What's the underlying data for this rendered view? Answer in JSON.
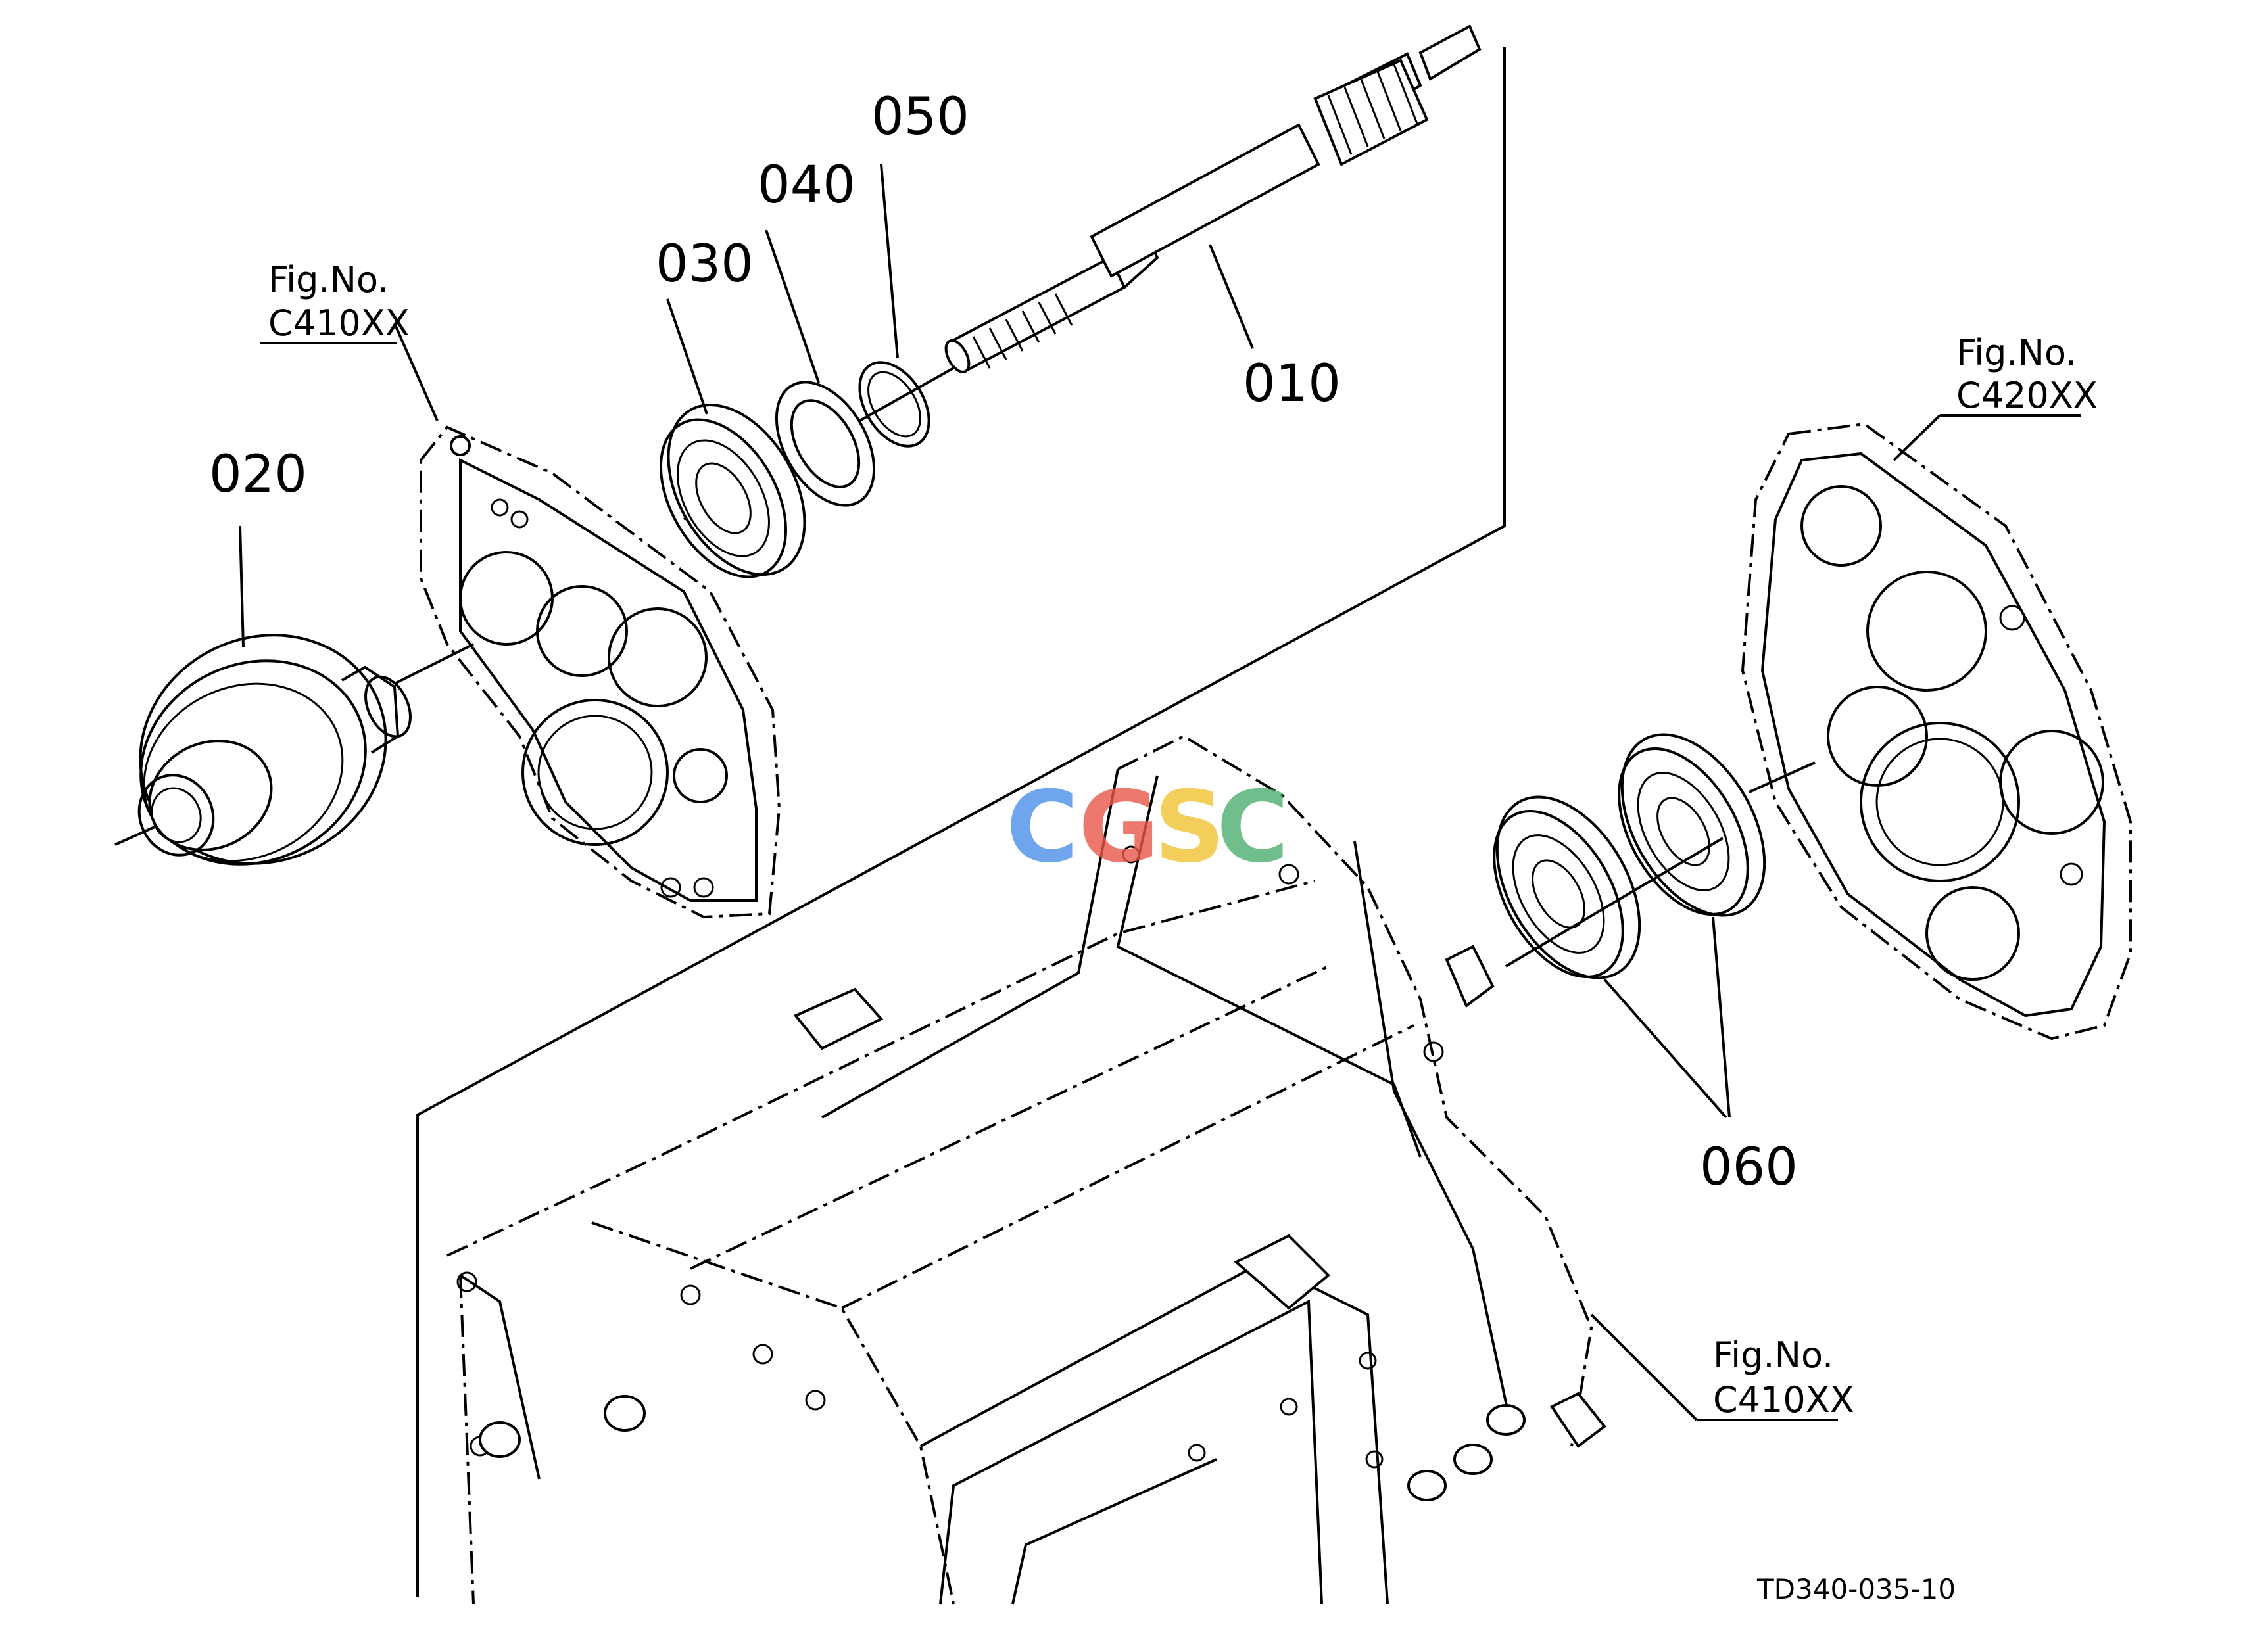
{
  "parts": [
    {
      "id": "p010",
      "label": "010"
    },
    {
      "id": "p020",
      "label": "020"
    },
    {
      "id": "p030",
      "label": "030"
    },
    {
      "id": "p040",
      "label": "040"
    },
    {
      "id": "p050",
      "label": "050"
    },
    {
      "id": "p060",
      "label": "060"
    }
  ],
  "references": [
    {
      "line1": "Fig.No.",
      "line2": "C410XX"
    },
    {
      "line1": "Fig.No.",
      "line2": "C420XX"
    },
    {
      "line1": "Fig.No.",
      "line2": "C410XX"
    }
  ],
  "watermark": {
    "letters": [
      "C",
      "G",
      "S",
      "C"
    ],
    "colors": [
      "#4a8ee8",
      "#e8574a",
      "#f1c232",
      "#4cae6e"
    ]
  },
  "drawing_code": "TD340-035-10"
}
